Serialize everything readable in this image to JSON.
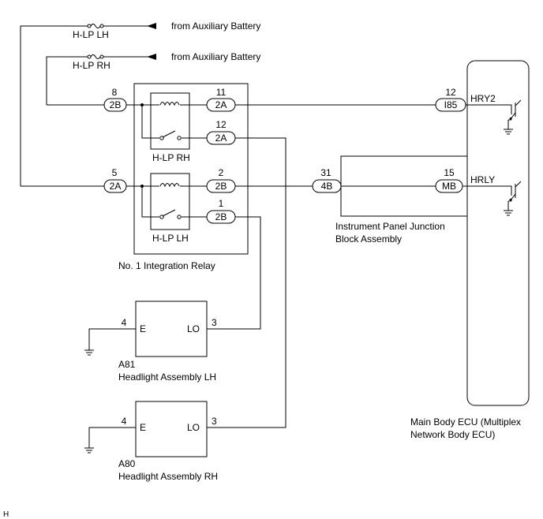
{
  "fuses": {
    "lh_label": "H-LP LH",
    "rh_label": "H-LP RH",
    "source_lh": "from Auxiliary Battery",
    "source_rh": "from Auxiliary Battery"
  },
  "relay": {
    "name": "No. 1 Integration Relay",
    "upper_label": "H-LP RH",
    "lower_label": "H-LP LH",
    "pin_8": "8",
    "conn_8": "2B",
    "pin_11": "11",
    "conn_11": "2A",
    "pin_12": "12",
    "conn_12": "2A",
    "pin_5": "5",
    "conn_5": "2A",
    "pin_2": "2",
    "conn_2": "2B",
    "pin_1": "1",
    "conn_1": "2B"
  },
  "junction_block": {
    "name_line1": "Instrument Panel Junction",
    "name_line2": "Block Assembly",
    "pin_in": "31",
    "conn_in": "4B",
    "pin_out": "15",
    "conn_out": "MB"
  },
  "ecu": {
    "name_line1": "Main Body ECU (Multiplex",
    "name_line2": "Network Body ECU)",
    "pin_hry2": "12",
    "conn_hry2": "I85",
    "label_hry2": "HRY2",
    "pin_hrly": "15",
    "label_hrly": "HRLY"
  },
  "headlight_lh": {
    "code": "A81",
    "name": "Headlight Assembly LH",
    "pin_e": "4",
    "label_e": "E",
    "pin_lo": "3",
    "label_lo": "LO"
  },
  "headlight_rh": {
    "code": "A80",
    "name": "Headlight Assembly RH",
    "pin_e": "4",
    "label_e": "E",
    "pin_lo": "3",
    "label_lo": "LO"
  },
  "footer": {
    "mark": "H"
  }
}
